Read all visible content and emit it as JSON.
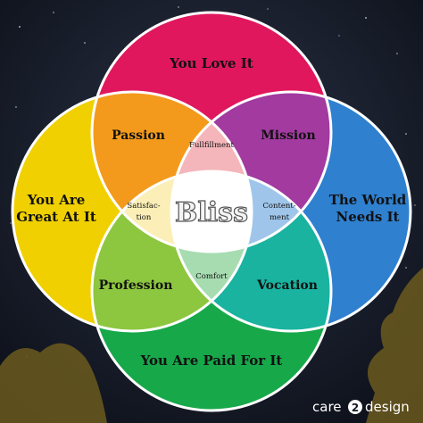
{
  "diagram": {
    "circles": {
      "top": {
        "label": "You Love It",
        "color": "#e0175d"
      },
      "right": {
        "label_line1": "The World",
        "label_line2": "Needs It",
        "color": "#2f80cf"
      },
      "bottom": {
        "label": "You Are Paid For It",
        "color": "#17a84a"
      },
      "left": {
        "label_line1": "You Are",
        "label_line2": "Great At It",
        "color": "#f0d000"
      }
    },
    "overlaps": {
      "passion": {
        "label": "Passion",
        "color": "#f39a1c"
      },
      "mission": {
        "label": "Mission",
        "color": "#a23aa0"
      },
      "vocation": {
        "label": "Vocation",
        "color": "#19b3a0"
      },
      "profession": {
        "label": "Profession",
        "color": "#8dc63f"
      },
      "fulfillment": {
        "label": "Fullfillment",
        "color": "#f4b6bb"
      },
      "contentment": {
        "label_line1": "Content-",
        "label_line2": "ment",
        "color": "#9fc6ea"
      },
      "comfort": {
        "label": "Comfort",
        "color": "#a7dcb1"
      },
      "satisfaction": {
        "label_line1": "Satisfac-",
        "label_line2": "tion",
        "color": "#fbefb7"
      }
    },
    "center": {
      "label": "Bliss",
      "color": "#ffffff"
    }
  },
  "brand": {
    "prefix": "care",
    "number": "2",
    "suffix": "design"
  }
}
